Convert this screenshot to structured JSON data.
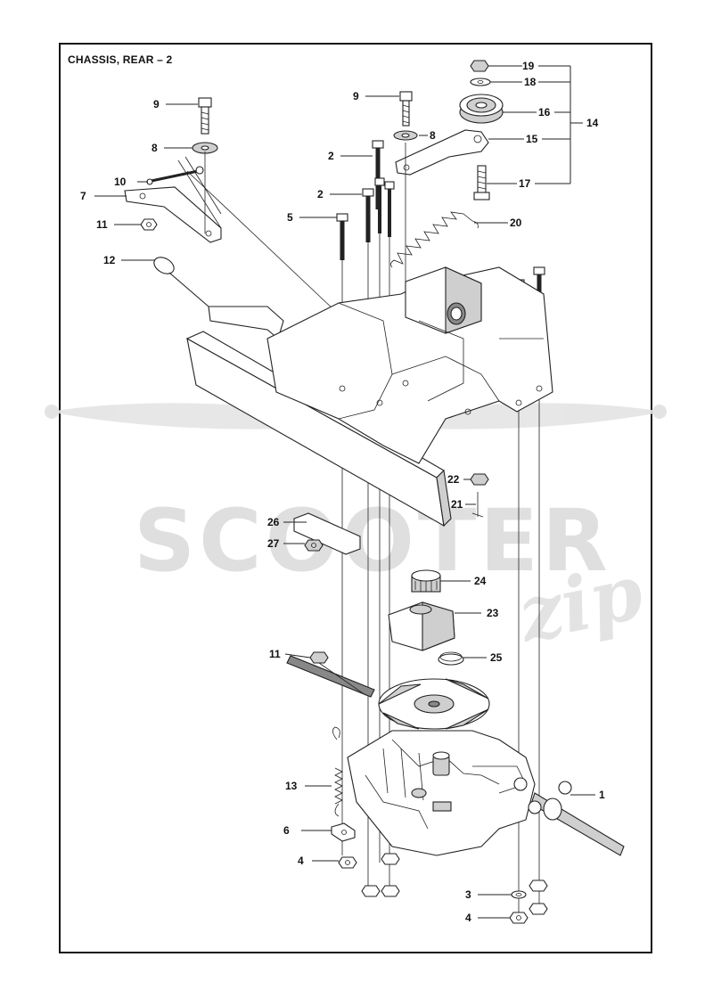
{
  "title": "CHASSIS, REAR – 2",
  "watermark": {
    "brand": "SCOOTER",
    "script": "zip",
    "color": "#dcdcdc"
  },
  "callouts": {
    "c1": "1",
    "c2a": "2",
    "c2b": "2",
    "c3": "3",
    "c4a": "4",
    "c4b": "4",
    "c5": "5",
    "c6": "6",
    "c7": "7",
    "c8a": "8",
    "c8b": "8",
    "c9a": "9",
    "c9b": "9",
    "c10": "10",
    "c11a": "11",
    "c11b": "11",
    "c12": "12",
    "c13": "13",
    "c14": "14",
    "c15": "15",
    "c16": "16",
    "c17": "17",
    "c18": "18",
    "c19": "19",
    "c20": "20",
    "c21": "21",
    "c22": "22",
    "c23": "23",
    "c24": "24",
    "c25": "25",
    "c26": "26",
    "c27": "27"
  }
}
